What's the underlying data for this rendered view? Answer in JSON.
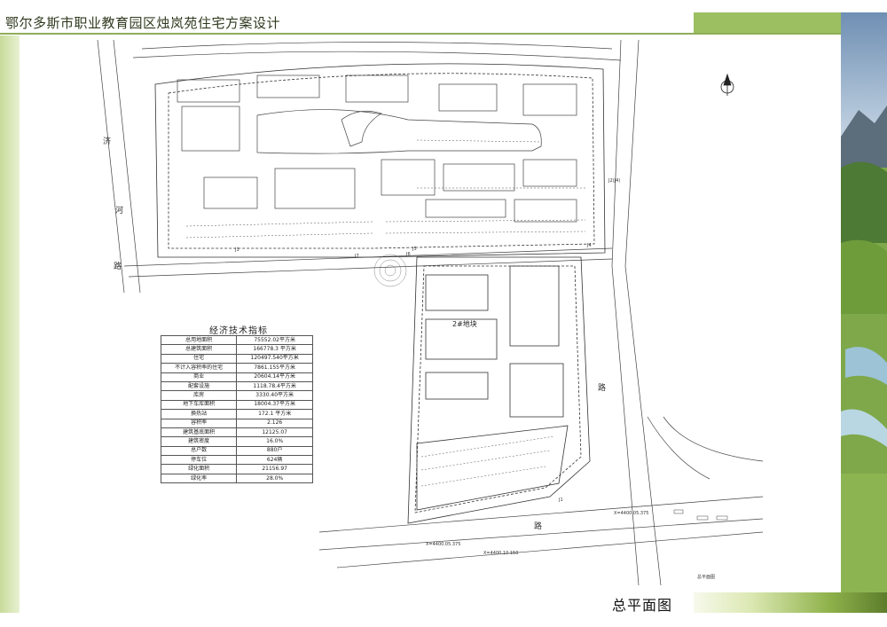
{
  "header": {
    "title": "鄂尔多斯市职业教育园区烛岚苑住宅方案设计"
  },
  "caption": "总平面图",
  "plan": {
    "road_labels": [
      "济",
      "河",
      "路",
      "路",
      "路"
    ],
    "center_label": "2#地块",
    "point_labels": [
      "J1",
      "J3",
      "J4",
      "J5",
      "J6",
      "J7",
      "J2(J4)"
    ],
    "coordinate_notes": [
      "X=4400.05.375",
      "X=4400.05.375",
      "X=4400.10.150"
    ],
    "legend_label": "总平面图"
  },
  "table": {
    "title": "经济技术指标",
    "rows": [
      [
        "总用地面积",
        "75552.02平方米"
      ],
      [
        "总建筑面积",
        "166778.3 平方米"
      ],
      [
        "住宅",
        "120497.540平方米"
      ],
      [
        "不计入容积率的住宅",
        "7861.155平方米"
      ],
      [
        "商业",
        "20604.14平方米"
      ],
      [
        "配套设施",
        "1118.78.4平方米"
      ],
      [
        "库房",
        "3330.40平方米"
      ],
      [
        "地下车库面积",
        "18004.37平方米"
      ],
      [
        "换热站",
        "172.1 平方米"
      ],
      [
        "容积率",
        "2.126"
      ],
      [
        "建筑基底面积",
        "12125.07"
      ],
      [
        "建筑密度",
        "16.0%"
      ],
      [
        "总户数",
        "880户"
      ],
      [
        "停车位",
        "624辆"
      ],
      [
        "绿化面积",
        "21156.97"
      ],
      [
        "绿化率",
        "28.0%"
      ]
    ]
  },
  "colors": {
    "accent": "#9cbf62",
    "line": "#555555"
  }
}
